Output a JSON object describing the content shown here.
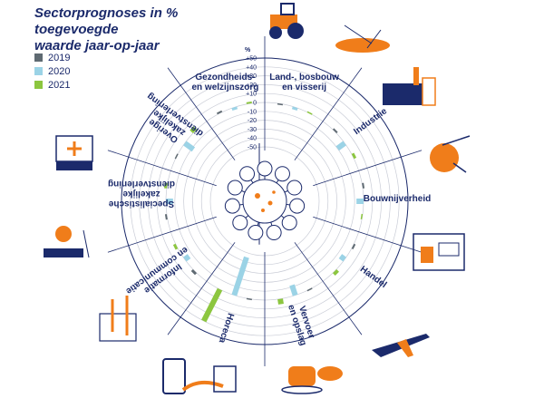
{
  "title_lines": [
    "Sectorprognoses in % toegevoegde",
    "waarde jaar-op-jaar"
  ],
  "legend": [
    {
      "label": "2019",
      "color": "#5f6a72"
    },
    {
      "label": "2020",
      "color": "#9bd3e6"
    },
    {
      "label": "2021",
      "color": "#8cc63f"
    }
  ],
  "axis_unit": "%",
  "colors": {
    "navy": "#1b2a6b",
    "orange": "#f07d1a",
    "grid": "#c9ccd6"
  },
  "icons": [
    "tractor-icon",
    "factory-icon",
    "airplane-icon",
    "crane-icon",
    "shop-icon",
    "coffee-icon",
    "tablet-icon",
    "tools-icon",
    "laptop-icon",
    "first-aid-kit-icon",
    "virus-icon"
  ],
  "chart_data": {
    "type": "radial-bar",
    "ylim": [
      -50,
      50
    ],
    "yticks": [
      "+50",
      "+40",
      "+30",
      "+20",
      "+10",
      "0",
      "-10",
      "-20",
      "-30",
      "-40",
      "-50"
    ],
    "series": [
      {
        "name": "2019",
        "color": "#5f6a72"
      },
      {
        "name": "2020",
        "color": "#9bd3e6"
      },
      {
        "name": "2021",
        "color": "#8cc63f"
      }
    ],
    "sectors": [
      {
        "lines": [
          "Land-, bosbouw",
          "en visserij"
        ],
        "values": [
          -1,
          -3,
          1
        ]
      },
      {
        "lines": [
          "Industrie"
        ],
        "values": [
          2,
          -10,
          3
        ]
      },
      {
        "lines": [
          "Bouwnijverheid"
        ],
        "values": [
          2,
          -8,
          -1
        ]
      },
      {
        "lines": [
          "Handel"
        ],
        "values": [
          2,
          -6,
          4
        ]
      },
      {
        "lines": [
          "Vervoer",
          "en opslag"
        ],
        "values": [
          1,
          -12,
          6
        ]
      },
      {
        "lines": [
          "Horeca"
        ],
        "values": [
          1,
          -45,
          40
        ]
      },
      {
        "lines": [
          "Informatie",
          "en communicatie"
        ],
        "values": [
          3,
          -6,
          3
        ]
      },
      {
        "lines": [
          "Specialistische",
          "zakelijke",
          "dienstverlening"
        ],
        "values": [
          2,
          -8,
          3
        ]
      },
      {
        "lines": [
          "Overige",
          "zakelijke",
          "dienstverlening"
        ],
        "values": [
          1,
          -12,
          5
        ]
      },
      {
        "lines": [
          "Gezondheids-",
          "en welzijnszorg"
        ],
        "values": [
          2,
          -3,
          2
        ]
      }
    ]
  }
}
